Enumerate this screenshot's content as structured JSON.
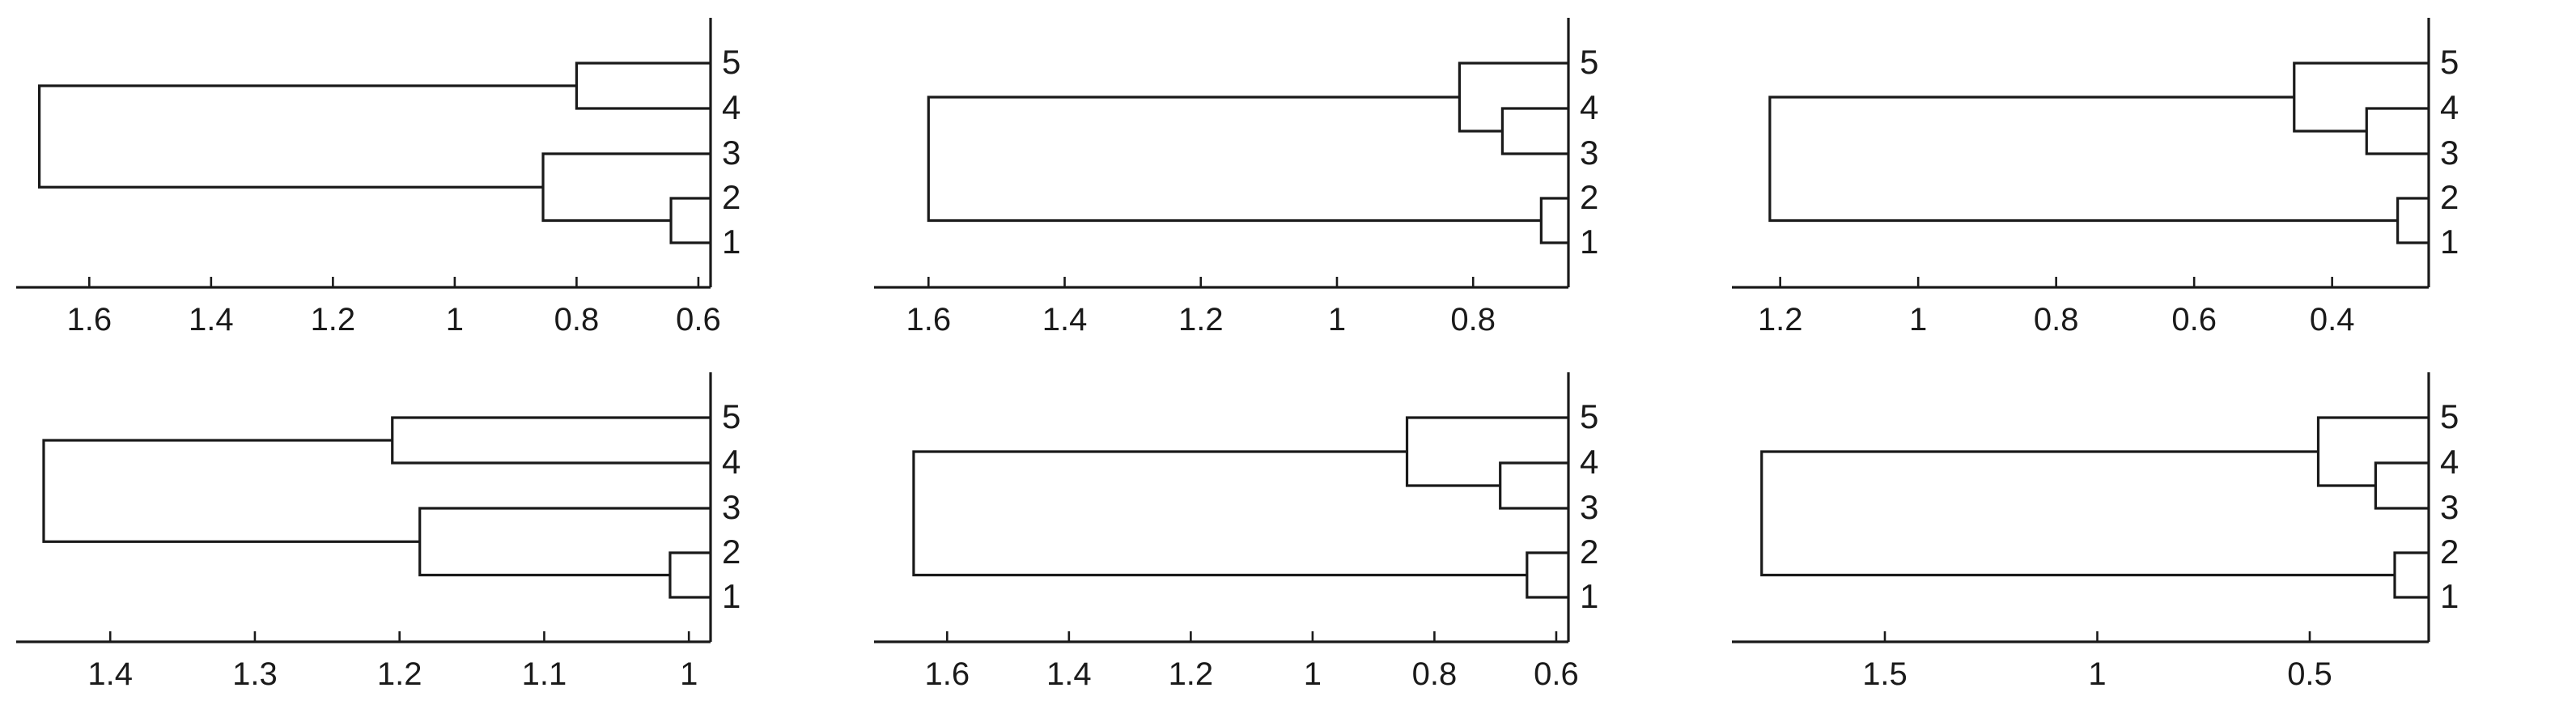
{
  "figure": {
    "type": "dendrogram-grid",
    "rows": 2,
    "cols": 3,
    "line_color": "#1a1a1a",
    "background_color": "#ffffff",
    "leaf_order_top_to_bottom": [
      "5",
      "4",
      "3",
      "2",
      "1"
    ]
  },
  "chart_data": [
    {
      "id": "panel-1",
      "type": "dendrogram",
      "title": "",
      "xlabel": "",
      "ylabel": "",
      "orientation": "horizontal-right-leaves",
      "axis_reversed": true,
      "grid": false,
      "legend": "none",
      "xlim": [
        1.72,
        0.58
      ],
      "tick_labels": [
        "1.6",
        "1.4",
        "1.2",
        "1",
        "0.8",
        "0.6"
      ],
      "tick_values": [
        1.6,
        1.4,
        1.2,
        1.0,
        0.8,
        0.6
      ],
      "leaf_labels": [
        "5",
        "4",
        "3",
        "2",
        "1"
      ],
      "merges": [
        {
          "name": "m1",
          "children": [
            "2",
            "1"
          ],
          "height": 0.645
        },
        {
          "name": "m2",
          "children": [
            "5",
            "4"
          ],
          "height": 0.8
        },
        {
          "name": "m3",
          "children": [
            "3",
            "m1"
          ],
          "height": 0.855
        },
        {
          "name": "m4",
          "children": [
            "m2",
            "m3"
          ],
          "height": 1.682
        }
      ]
    },
    {
      "id": "panel-2",
      "type": "dendrogram",
      "title": "",
      "xlabel": "",
      "ylabel": "",
      "orientation": "horizontal-right-leaves",
      "axis_reversed": true,
      "grid": false,
      "legend": "none",
      "xlim": [
        1.68,
        0.66
      ],
      "tick_labels": [
        "1.6",
        "1.4",
        "1.2",
        "1",
        "0.8"
      ],
      "tick_values": [
        1.6,
        1.4,
        1.2,
        1.0,
        0.8
      ],
      "leaf_labels": [
        "5",
        "4",
        "3",
        "2",
        "1"
      ],
      "merges": [
        {
          "name": "m1",
          "children": [
            "2",
            "1"
          ],
          "height": 0.7
        },
        {
          "name": "m2",
          "children": [
            "4",
            "3"
          ],
          "height": 0.757
        },
        {
          "name": "m3",
          "children": [
            "5",
            "m2"
          ],
          "height": 0.82
        },
        {
          "name": "m4",
          "children": [
            "m3",
            "m1"
          ],
          "height": 1.6
        }
      ]
    },
    {
      "id": "panel-3",
      "type": "dendrogram",
      "title": "",
      "xlabel": "",
      "ylabel": "",
      "orientation": "horizontal-right-leaves",
      "axis_reversed": true,
      "grid": false,
      "legend": "none",
      "xlim": [
        1.27,
        0.26
      ],
      "tick_labels": [
        "1.2",
        "1",
        "0.8",
        "0.6",
        "0.4"
      ],
      "tick_values": [
        1.2,
        1.0,
        0.8,
        0.6,
        0.4
      ],
      "leaf_labels": [
        "5",
        "4",
        "3",
        "2",
        "1"
      ],
      "merges": [
        {
          "name": "m1",
          "children": [
            "2",
            "1"
          ],
          "height": 0.305
        },
        {
          "name": "m2",
          "children": [
            "4",
            "3"
          ],
          "height": 0.35
        },
        {
          "name": "m3",
          "children": [
            "5",
            "m2"
          ],
          "height": 0.455
        },
        {
          "name": "m4",
          "children": [
            "m3",
            "m1"
          ],
          "height": 1.215
        }
      ]
    },
    {
      "id": "panel-4",
      "type": "dendrogram",
      "title": "",
      "xlabel": "",
      "ylabel": "",
      "orientation": "horizontal-right-leaves",
      "axis_reversed": true,
      "grid": false,
      "legend": "none",
      "xlim": [
        1.465,
        0.985
      ],
      "tick_labels": [
        "1.4",
        "1.3",
        "1.2",
        "1.1",
        "1"
      ],
      "tick_values": [
        1.4,
        1.3,
        1.2,
        1.1,
        1.0
      ],
      "leaf_labels": [
        "5",
        "4",
        "3",
        "2",
        "1"
      ],
      "merges": [
        {
          "name": "m1",
          "children": [
            "2",
            "1"
          ],
          "height": 1.013
        },
        {
          "name": "m2",
          "children": [
            "5",
            "4"
          ],
          "height": 1.205
        },
        {
          "name": "m3",
          "children": [
            "3",
            "m1"
          ],
          "height": 1.186
        },
        {
          "name": "m4",
          "children": [
            "m2",
            "m3"
          ],
          "height": 1.446
        }
      ]
    },
    {
      "id": "panel-5",
      "type": "dendrogram",
      "title": "",
      "xlabel": "",
      "ylabel": "",
      "orientation": "horizontal-right-leaves",
      "axis_reversed": true,
      "grid": false,
      "legend": "none",
      "xlim": [
        1.72,
        0.58
      ],
      "tick_labels": [
        "1.6",
        "1.4",
        "1.2",
        "1",
        "0.8",
        "0.6"
      ],
      "tick_values": [
        1.6,
        1.4,
        1.2,
        1.0,
        0.8,
        0.6
      ],
      "leaf_labels": [
        "5",
        "4",
        "3",
        "2",
        "1"
      ],
      "merges": [
        {
          "name": "m1",
          "children": [
            "2",
            "1"
          ],
          "height": 0.648
        },
        {
          "name": "m2",
          "children": [
            "4",
            "3"
          ],
          "height": 0.692
        },
        {
          "name": "m3",
          "children": [
            "5",
            "m2"
          ],
          "height": 0.845
        },
        {
          "name": "m4",
          "children": [
            "m3",
            "m1"
          ],
          "height": 1.655
        }
      ]
    },
    {
      "id": "panel-6",
      "type": "dendrogram",
      "title": "",
      "xlabel": "",
      "ylabel": "",
      "orientation": "horizontal-right-leaves",
      "axis_reversed": true,
      "grid": false,
      "legend": "none",
      "xlim": [
        1.86,
        0.22
      ],
      "tick_labels": [
        "1.5",
        "1",
        "0.5"
      ],
      "tick_values": [
        1.5,
        1.0,
        0.5
      ],
      "leaf_labels": [
        "5",
        "4",
        "3",
        "2",
        "1"
      ],
      "merges": [
        {
          "name": "m1",
          "children": [
            "2",
            "1"
          ],
          "height": 0.3
        },
        {
          "name": "m2",
          "children": [
            "4",
            "3"
          ],
          "height": 0.345
        },
        {
          "name": "m3",
          "children": [
            "5",
            "m2"
          ],
          "height": 0.48
        },
        {
          "name": "m4",
          "children": [
            "m3",
            "m1"
          ],
          "height": 1.79
        }
      ]
    }
  ]
}
